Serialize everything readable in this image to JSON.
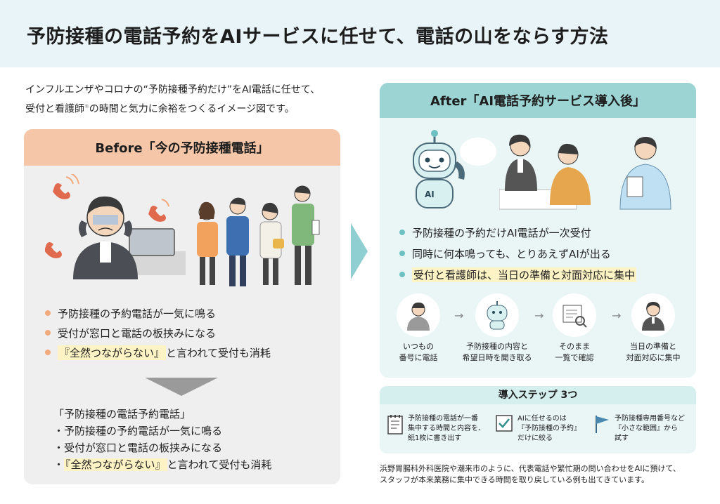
{
  "header": {
    "title": "予防接種の電話予約をAIサービスに任せて、電話の山をならす方法"
  },
  "intro": {
    "line1": "インフルエンザやコロナの“予防接種予約だけ”をAI電話に任せて、",
    "line2": "受付と看護師",
    "line2_mark": "※",
    "line2_rest": "の時間と気力に余裕をつくるイメージ図です。"
  },
  "before": {
    "title": "Before「今の予防接種電話」",
    "bullets": [
      {
        "text": "予防接種の予約電話が一気に鳴る"
      },
      {
        "text": "受付が窓口と電話の板挟みになる"
      },
      {
        "highlight": "『全然つながらない』",
        "text": "と言われて受付も消耗"
      }
    ],
    "summary": {
      "heading": "「予防接種の電話予約電話」",
      "items": [
        {
          "text": "・予防接種の予約電話が一気に鳴る"
        },
        {
          "text": "・受付が窓口と電話の板挟みになる"
        },
        {
          "prefix": "・",
          "highlight": "『全然つながらない』",
          "text": "と言われて受付も消耗"
        }
      ]
    },
    "bullet_color": "#f2a97c"
  },
  "after": {
    "title": "After「AI電話予約サービス導入後」",
    "robot_label": "AI",
    "bullets": [
      {
        "text": "予防接種の予約だけAI電話が一次受付"
      },
      {
        "text": "同時に何本鳴っても、とりあえずAIが出る"
      },
      {
        "text": "受付と看護師は、当日の準備と対面対応に集中"
      }
    ],
    "bullet_color": "#6cc0c2",
    "flow": [
      {
        "label1": "いつもの",
        "label2": "番号に電話"
      },
      {
        "label1": "予防接種の内容と",
        "label2": "希望日時を聞き取る"
      },
      {
        "label1": "そのまま",
        "label2": "一覧で確認"
      },
      {
        "label1": "当日の準備と",
        "label2": "対面対応に集中"
      }
    ],
    "flow_arrow": "→"
  },
  "steps": {
    "title": "導入ステップ 3つ",
    "items": [
      {
        "l1": "予防接種の電話が一番",
        "l2": "集中する時間と内容を、",
        "l3": "紙1枚に書き出す"
      },
      {
        "l1": "AIに任せるのは",
        "l2": "『予防接種の予約』",
        "l3": "だけに絞る"
      },
      {
        "l1": "予防接種専用番号など",
        "l2": "『小さな範囲』から",
        "l3": "試す"
      }
    ]
  },
  "footer": {
    "line1": "浜野胃腸科外科医院や潮来市のように、代表電話や繁忙期の問い合わせをAIに預けて、",
    "line2": "スタッフが本来業務に集中できる時間を取り戻している例も出てきています。"
  },
  "colors": {
    "header_bg": "#e9f4f8",
    "before_title_bg": "#f6c6a8",
    "after_title_bg": "#9bd4d3",
    "highlight": "#fdf3c4"
  }
}
